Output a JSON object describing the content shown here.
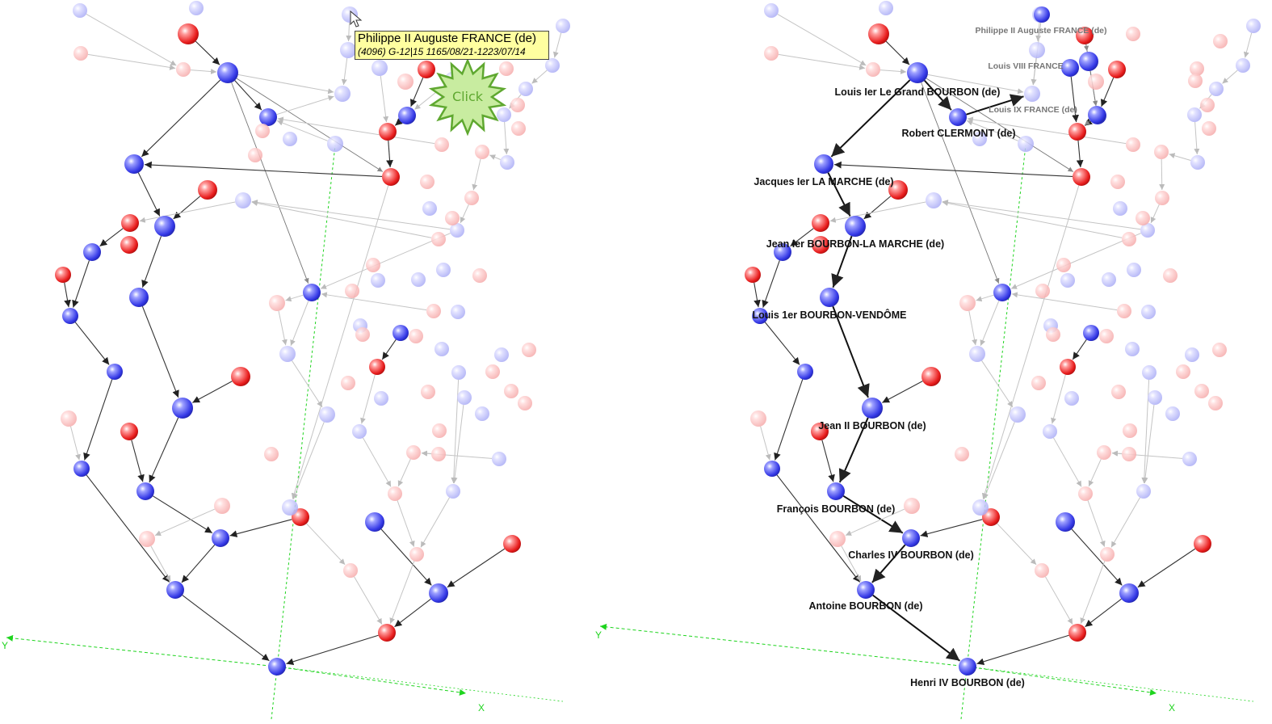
{
  "tooltip": {
    "title": "Philippe II Auguste FRANCE (de)",
    "detail": "(4096)  G-12|15  1165/08/21-1223/07/14"
  },
  "click_badge": {
    "label": "Click"
  },
  "axes": {
    "x_label": "X",
    "y_label": "Y"
  },
  "colors": {
    "male_node": "#4a4ef0",
    "female_node": "#ef2a2a",
    "edge": "#333333",
    "axis": "#1ed41e",
    "tooltip_bg": "#ffffa0",
    "click_badge_fill": "#c8eca0",
    "click_badge_stroke": "#5fa830"
  },
  "left_view": {
    "name": "genealogy-graph-unselected"
  },
  "right_view": {
    "name": "genealogy-graph-selected-path",
    "labels": [
      "Philippe II Auguste FRANCE (de)",
      "Louis VIII FRANCE",
      "Louis Ier Le Grand BOURBON (de)",
      "Louis IX FRANCE (de)",
      "Robert CLERMONT (de)",
      "Jacques Ier LA MARCHE (de)",
      "Jean Ier BOURBON-LA MARCHE (de)",
      "Louis 1er BOURBON-VENDÔME",
      "Jean II BOURBON (de)",
      "François BOURBON (de)",
      "Charles IV BOURBON (de)",
      "Antoine BOURBON (de)",
      "Henri IV BOURBON (de)"
    ]
  }
}
